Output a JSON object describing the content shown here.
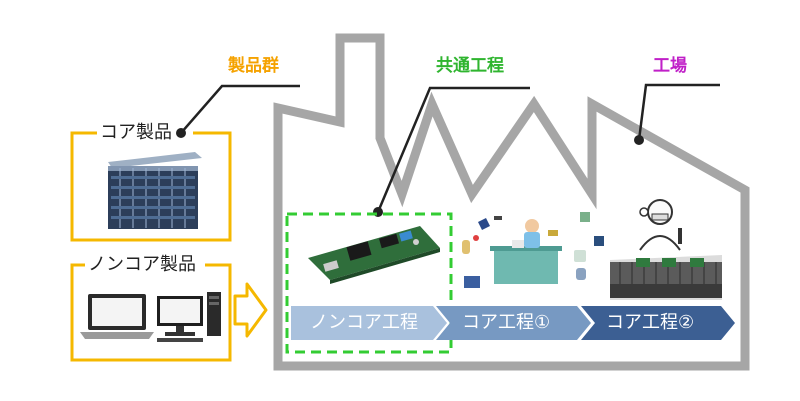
{
  "labels": {
    "product_group": "製品群",
    "common_process": "共通工程",
    "factory": "工場",
    "core_products": "コア製品",
    "noncore_products": "ノンコア製品"
  },
  "process_flow": [
    "ノンコア工程",
    "コア工程①",
    "コア工程②"
  ],
  "colors": {
    "product_group": "#f5a200",
    "common_process": "#2fb52f",
    "factory": "#c020c8",
    "bracket": "#f5b800",
    "factory_outline": "#a6a6a6",
    "dashed_box": "#33cc33",
    "arrow_1": "#a9c1dd",
    "arrow_2": "#7799c2",
    "arrow_3": "#3c5f93",
    "leader": "#222222"
  },
  "icons": {
    "core": "server-rack-icon",
    "noncore": [
      "laptop-icon",
      "desktop-pc-icon"
    ],
    "process_1": "circuit-board-icon",
    "process_2": "electronics-assembly-worker-icon",
    "process_3": "conveyor-worker-icon"
  }
}
